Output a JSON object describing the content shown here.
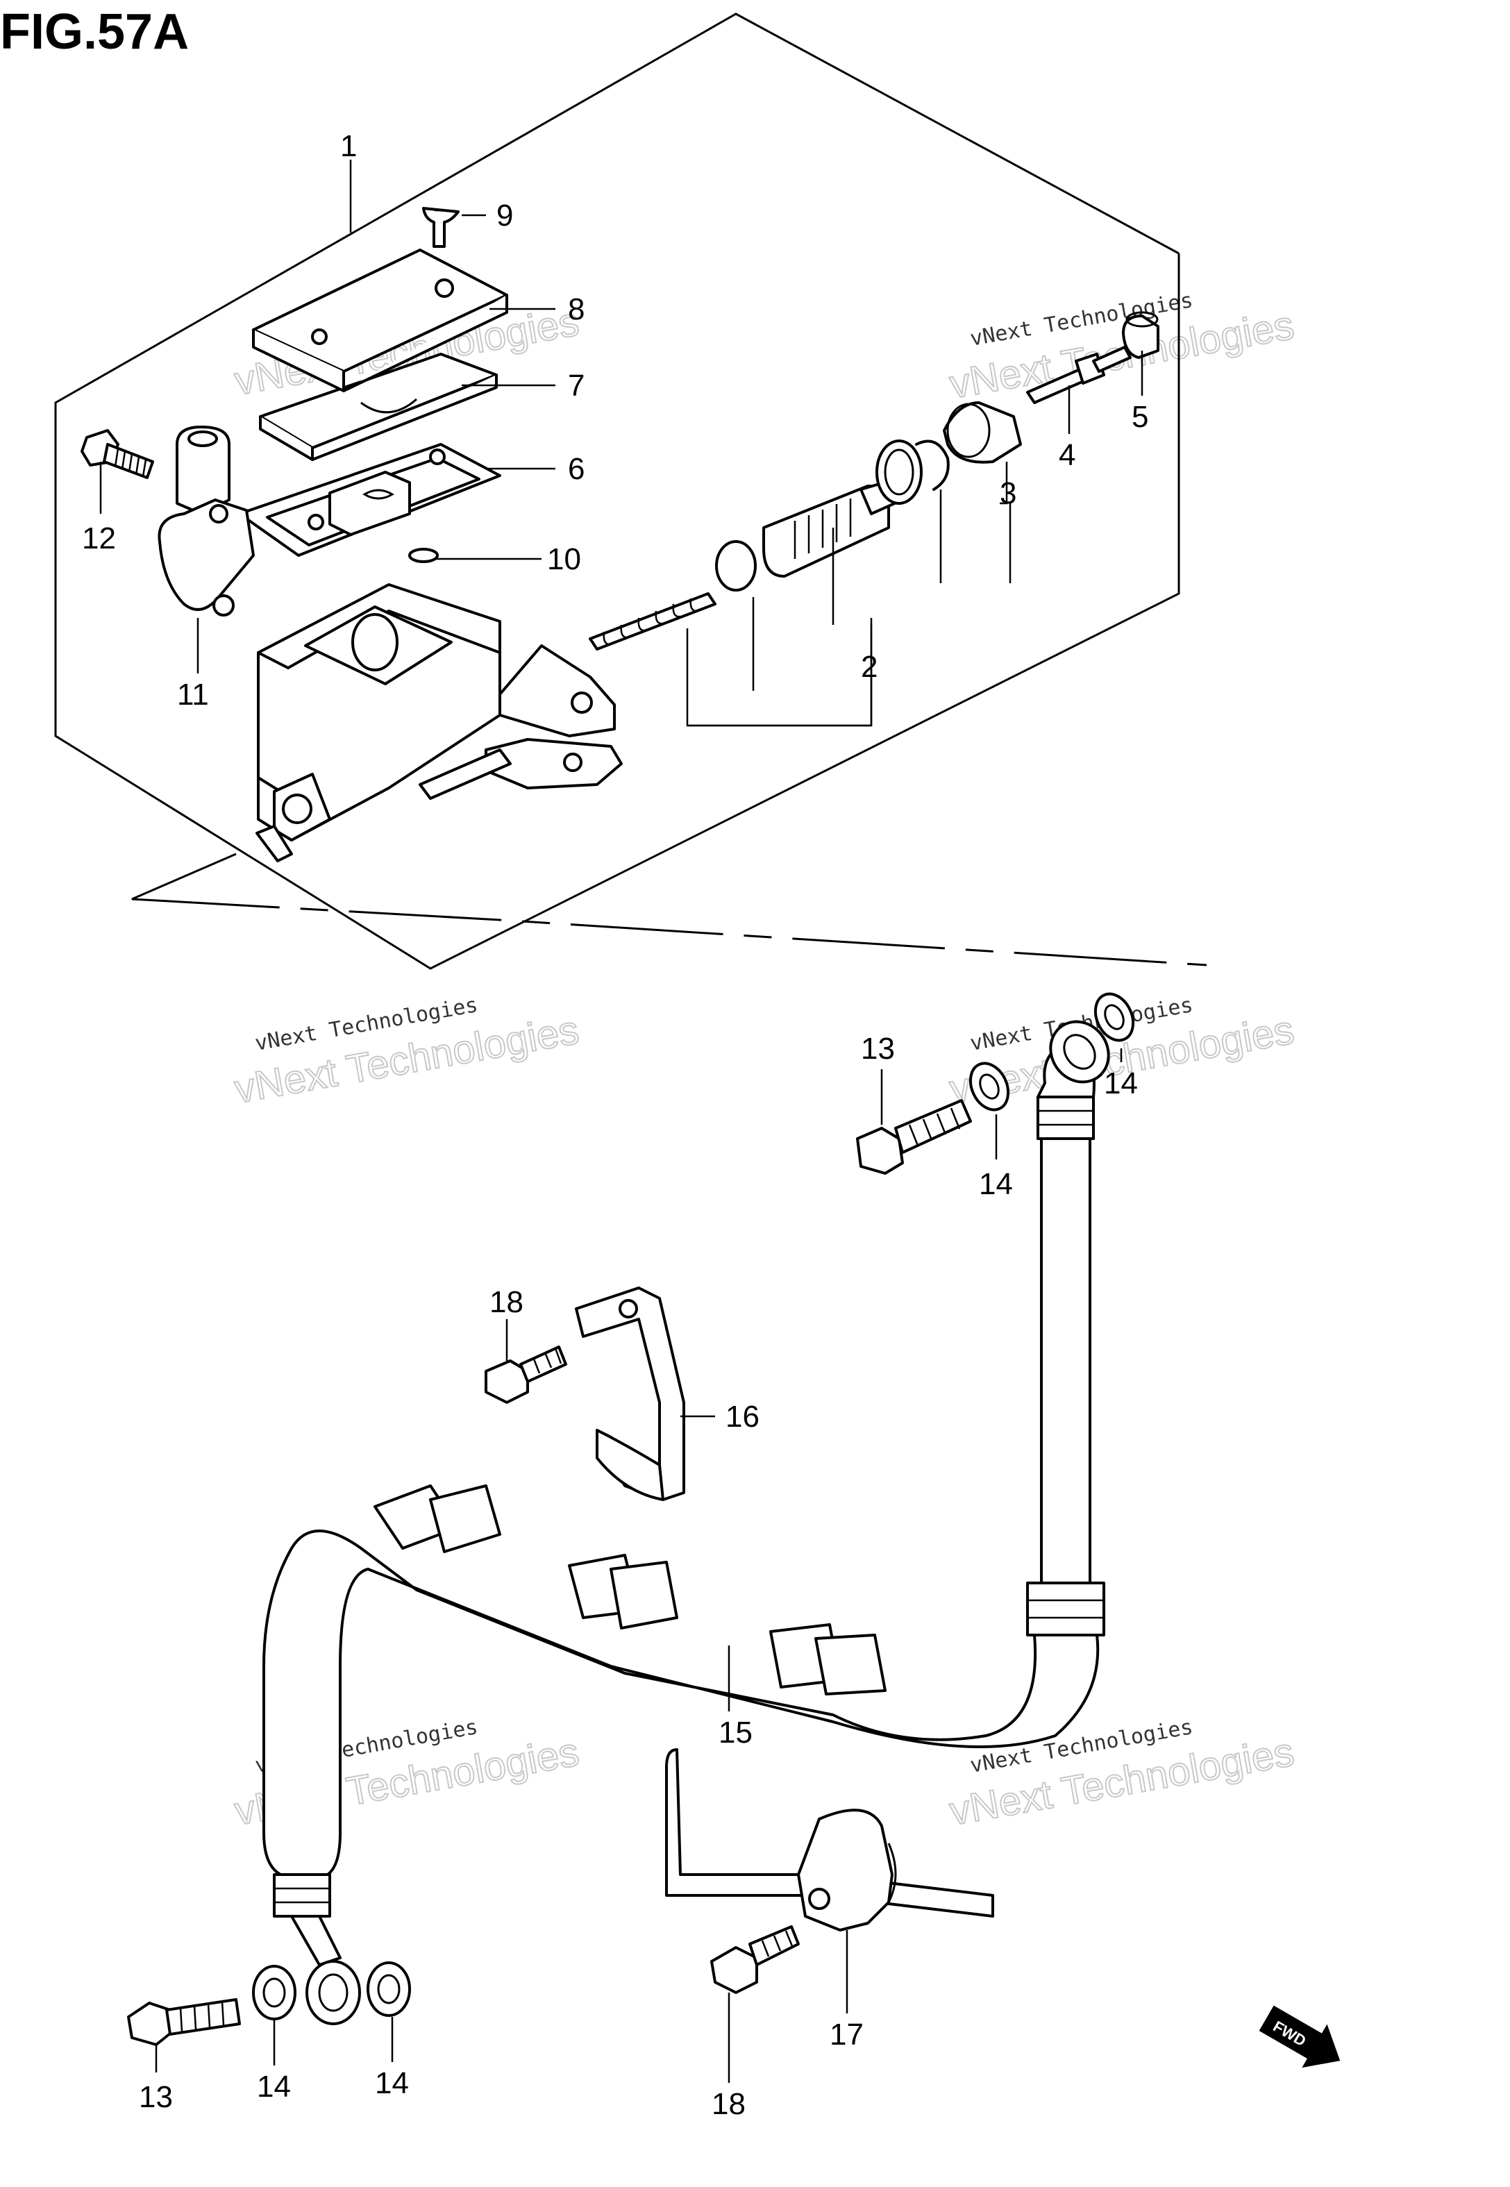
{
  "figure": {
    "title": "FIG.57A"
  },
  "watermark": {
    "line1": "vNext Technologies",
    "line2": "vNext Technologies"
  },
  "fwd_label": "FWD",
  "callouts": [
    {
      "id": "c1",
      "text": "1"
    },
    {
      "id": "c9",
      "text": "9"
    },
    {
      "id": "c8",
      "text": "8"
    },
    {
      "id": "c7",
      "text": "7"
    },
    {
      "id": "c6",
      "text": "6"
    },
    {
      "id": "c10",
      "text": "10"
    },
    {
      "id": "c12",
      "text": "12"
    },
    {
      "id": "c11",
      "text": "11"
    },
    {
      "id": "c5",
      "text": "5"
    },
    {
      "id": "c4",
      "text": "4"
    },
    {
      "id": "c3",
      "text": "3"
    },
    {
      "id": "c2",
      "text": "2"
    },
    {
      "id": "c13a",
      "text": "13"
    },
    {
      "id": "c14a",
      "text": "14"
    },
    {
      "id": "c14b",
      "text": "14"
    },
    {
      "id": "c18a",
      "text": "18"
    },
    {
      "id": "c16",
      "text": "16"
    },
    {
      "id": "c15",
      "text": "15"
    },
    {
      "id": "c13b",
      "text": "13"
    },
    {
      "id": "c14c",
      "text": "14"
    },
    {
      "id": "c14d",
      "text": "14"
    },
    {
      "id": "c18b",
      "text": "18"
    },
    {
      "id": "c17",
      "text": "17"
    }
  ]
}
